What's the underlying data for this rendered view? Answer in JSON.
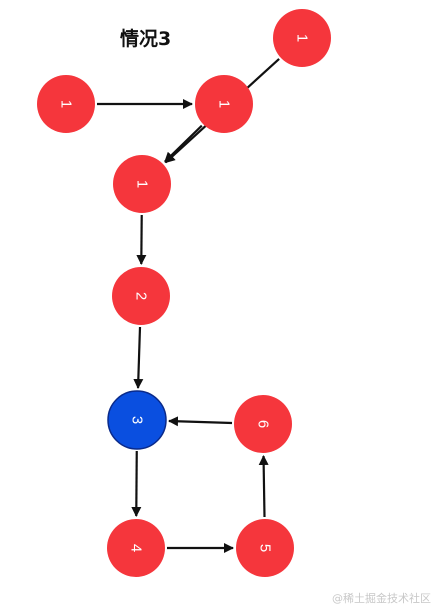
{
  "title": "情况3",
  "watermark": "@稀土掘金技术社区",
  "colors": {
    "red_node": "#f5363c",
    "blue_node": "#0a4fe0",
    "blue_stroke": "#0a2a8a",
    "arrow": "#111111"
  },
  "nodes": [
    {
      "id": "n1",
      "label": "1",
      "color": "red"
    },
    {
      "id": "n2",
      "label": "1",
      "color": "red"
    },
    {
      "id": "n3",
      "label": "1",
      "color": "red"
    },
    {
      "id": "n4",
      "label": "1",
      "color": "red"
    },
    {
      "id": "n5",
      "label": "2",
      "color": "red"
    },
    {
      "id": "n6",
      "label": "3",
      "color": "blue"
    },
    {
      "id": "n7",
      "label": "6",
      "color": "red"
    },
    {
      "id": "n8",
      "label": "4",
      "color": "red"
    },
    {
      "id": "n9",
      "label": "5",
      "color": "red"
    }
  ],
  "edges": [
    {
      "from": "n1",
      "to": "n2"
    },
    {
      "from": "n2",
      "to": "n4"
    },
    {
      "from": "n3",
      "to": "n4"
    },
    {
      "from": "n4",
      "to": "n5"
    },
    {
      "from": "n5",
      "to": "n6"
    },
    {
      "from": "n6",
      "to": "n8"
    },
    {
      "from": "n8",
      "to": "n9"
    },
    {
      "from": "n9",
      "to": "n7"
    },
    {
      "from": "n7",
      "to": "n6"
    }
  ]
}
